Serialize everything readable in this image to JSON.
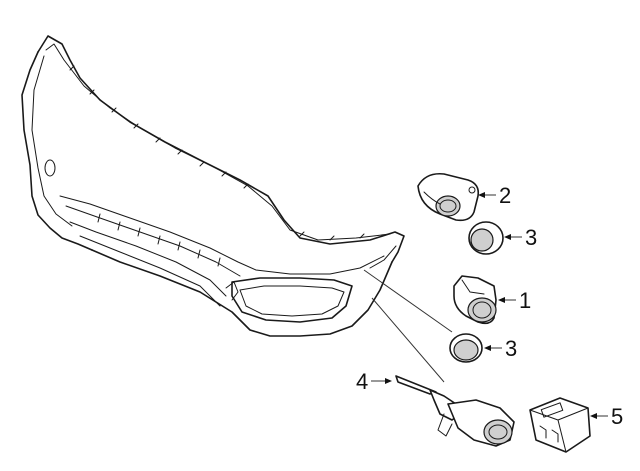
{
  "callouts": [
    {
      "id": "2",
      "label": "2",
      "part": "parking-sensor-bracket"
    },
    {
      "id": "3a",
      "label": "3",
      "part": "sensor-retainer-ring-upper"
    },
    {
      "id": "1",
      "label": "1",
      "part": "parking-sensor"
    },
    {
      "id": "3b",
      "label": "3",
      "part": "sensor-retainer-ring-lower"
    },
    {
      "id": "4",
      "label": "4",
      "part": "bulb-socket-wire"
    },
    {
      "id": "5",
      "label": "5",
      "part": "connector"
    }
  ]
}
